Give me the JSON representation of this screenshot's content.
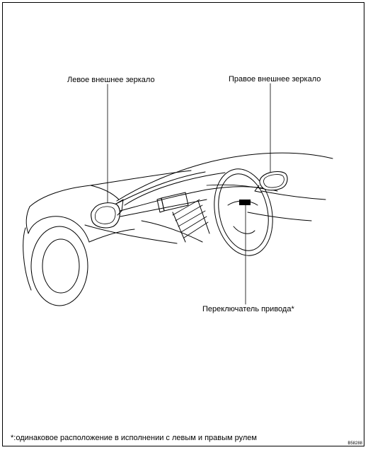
{
  "labels": {
    "left_mirror": "Левое внешнее зеркало",
    "right_mirror": "Правое внешнее зеркало",
    "drive_switch": "Переключатель привода*"
  },
  "footnote": "*:одинаковое расположение в исполнении с левым и правым рулем",
  "figure_code": "B58288",
  "colors": {
    "line": "#000000",
    "background": "#ffffff"
  }
}
